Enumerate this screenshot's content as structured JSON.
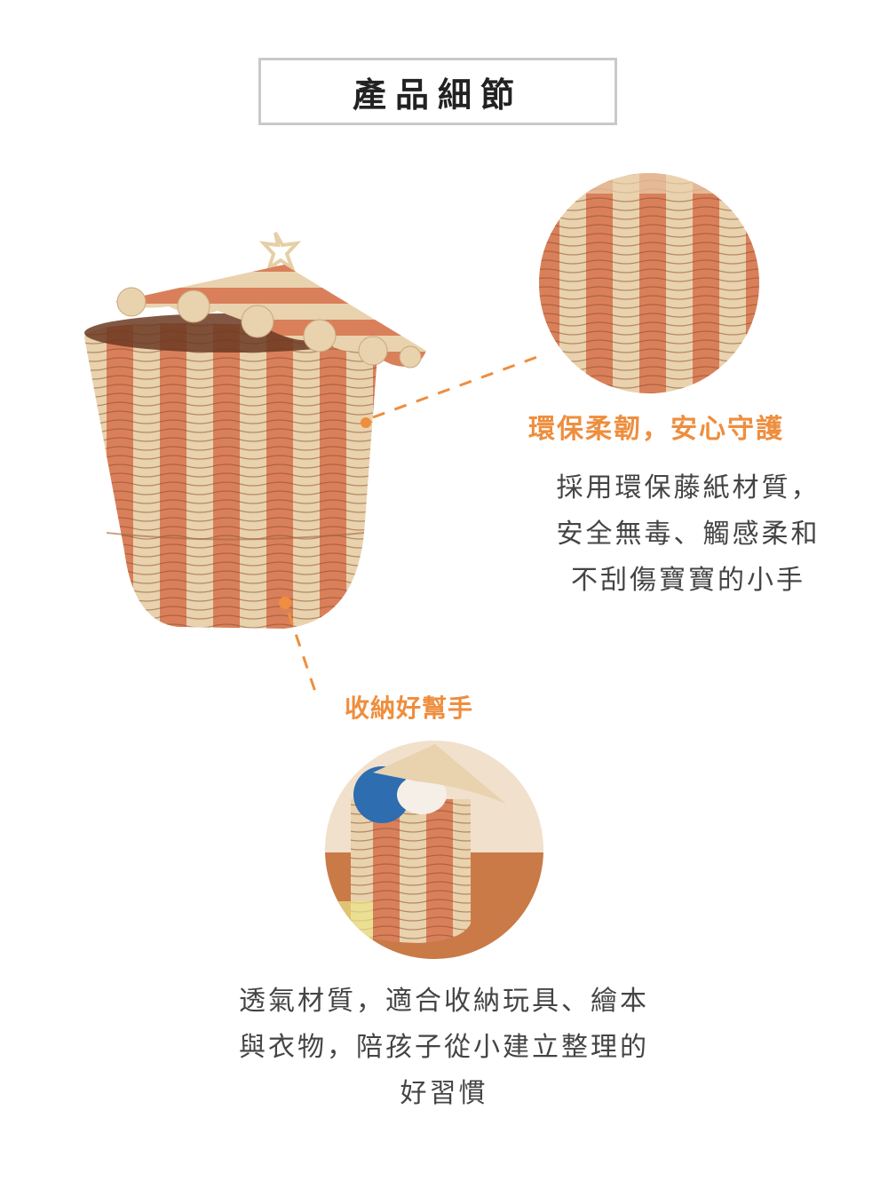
{
  "header": {
    "title": "產品細節"
  },
  "feature1": {
    "heading": "環保柔韌，安心守護",
    "lines": [
      "採用環保藤紙材質，",
      "安全無毒、觸感柔和",
      "不刮傷寶寶的小手"
    ]
  },
  "feature2": {
    "heading": "收納好幫手",
    "lines": [
      "透氣材質，適合收納玩具、繪本",
      "與衣物，陪孩子從小建立整理的",
      "好習慣"
    ]
  },
  "colors": {
    "accent": "#ee8e3e",
    "terracotta": "#d9805a",
    "natural": "#e9d2ae",
    "text": "#444444",
    "border": "#c9c9c9"
  }
}
